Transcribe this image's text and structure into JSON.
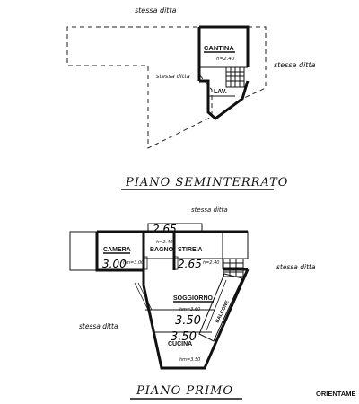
{
  "basement": {
    "neighbor_top": "stessa ditta",
    "neighbor_center": "stessa ditta",
    "neighbor_right": "stessa ditta",
    "room_cellar": "CANTINA",
    "room_cellar_height": "h=2.40",
    "room_laundry": "LAV.",
    "title": "PIANO SEMINTERRATO"
  },
  "first_floor": {
    "neighbor_top": "stessa ditta",
    "neighbor_right": "stessa ditta",
    "neighbor_left": "stessa ditta",
    "dim_top": "2.65",
    "room_bedroom": "CAMERA",
    "bedroom_height": "hm=3.00",
    "dim_bedroom": "3.00",
    "room_bath": "BAGNO",
    "bath_height": "h=2.40",
    "room_storage": "STIREIA",
    "dim_storage": "2.65",
    "storage_height": "h=2.40",
    "room_living": "SOGGIORNO",
    "living_height": "hm=3.60",
    "dim_living": "3.50",
    "room_balcony": "BALCONE",
    "dim_kitchen": "3.50",
    "room_kitchen": "CUCINA",
    "kitchen_height": "hm=3.50",
    "title": "PIANO PRIMO"
  },
  "orientation_label": "ORIENTAME"
}
